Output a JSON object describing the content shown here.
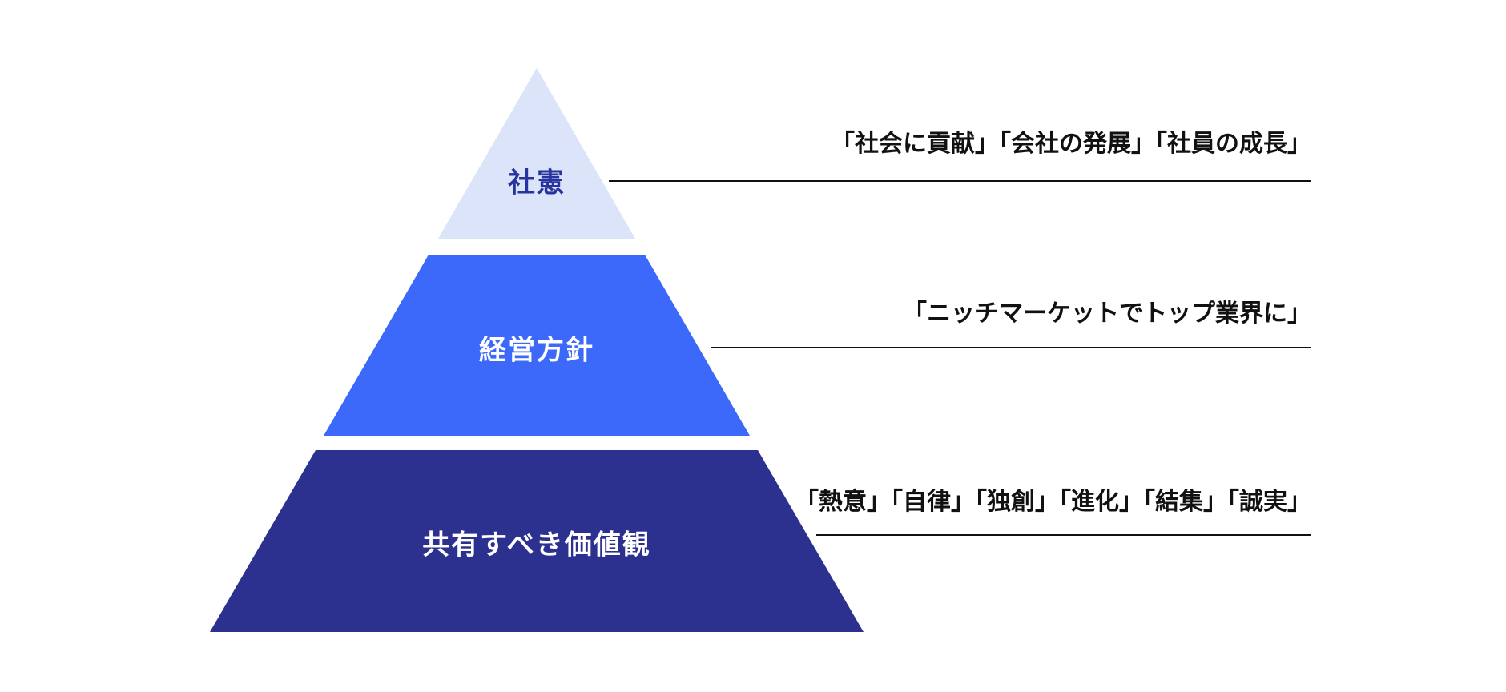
{
  "background": "#ffffff",
  "connector_color": "#111111",
  "annotation_text_color": "#111111",
  "pyramid": {
    "tiers": [
      {
        "label": "社憲",
        "fill": "#dbe4f8",
        "label_color": "#27339e",
        "annotation": "「社会に貢献」「会社の発展」「社員の成長」"
      },
      {
        "label": "経営方針",
        "fill": "#3c69fa",
        "label_color": "#ffffff",
        "annotation": "「ニッチマーケットでトップ業界に」"
      },
      {
        "label": "共有すべき価値観",
        "fill": "#2c3190",
        "label_color": "#ffffff",
        "annotation": "「熱意」「自律」「独創」「進化」「結集」「誠実」"
      }
    ]
  }
}
